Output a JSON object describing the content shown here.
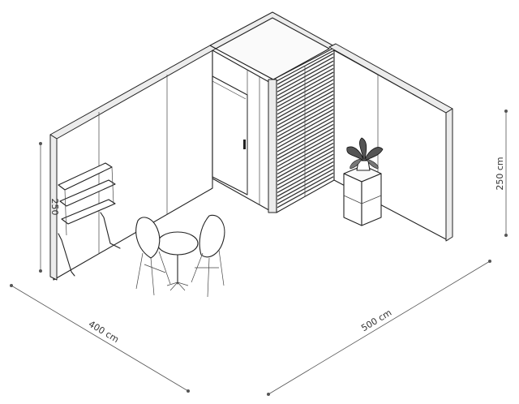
{
  "dimensions": {
    "width_label": "400 cm",
    "depth_label": "500 cm",
    "height_left_label": "250",
    "height_right_label": "250 cm"
  },
  "objects": {
    "back_left_wall": "wall",
    "back_right_wall": "wall",
    "storage_room": "storage room with door",
    "louvered_panel": "slatted panel",
    "shelf_unit": "wall shelving",
    "table_set": "round table with two chairs",
    "plant_stand": "potted plant on cube shelf"
  },
  "colors": {
    "line": "#222222",
    "cap": "#ececec",
    "dimension": "#555555"
  }
}
